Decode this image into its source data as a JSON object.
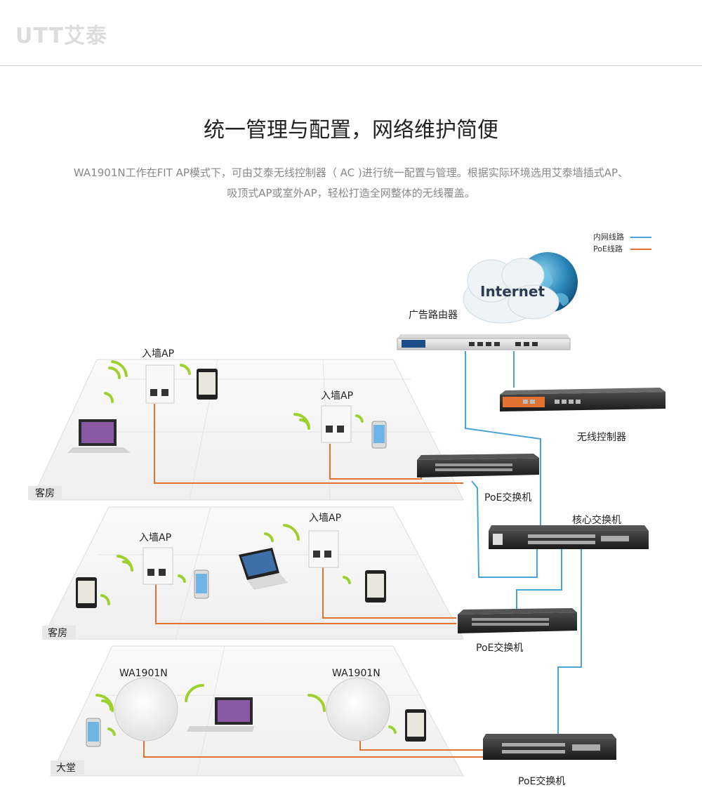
{
  "header": {
    "logo_text": "UTT艾泰"
  },
  "page_title": "统一管理与配置，网络维护简便",
  "description": {
    "line1": "WA1901N工作在FIT AP模式下，可由艾泰无线控制器（ AC )进行统一配置与管理。根据实际环境选用艾泰墙插式AP、",
    "line2": "吸顶式AP或室外AP，轻松打造全网整体的无线覆盖。"
  },
  "legend": {
    "lan_label": "内网线路",
    "poe_label": "PoE线路"
  },
  "colors": {
    "lan_line": "#4aa3d8",
    "poe_line": "#e2722f",
    "wifi": "#9cd12e"
  },
  "labels": {
    "internet": "Internet",
    "router": "广告路由器",
    "controller": "无线控制器",
    "core_switch": "核心交换机",
    "poe_switch_1": "PoE交换机",
    "poe_switch_2": "PoE交换机",
    "poe_switch_3": "PoE交换机",
    "ap_f1_a": "入墙AP",
    "ap_f1_b": "入墙AP",
    "ap_f2_a": "入墙AP",
    "ap_f2_b": "入墙AP",
    "ap_f3_a": "WA1901N",
    "ap_f3_b": "WA1901N",
    "room_1": "客房",
    "room_2": "客房",
    "room_3": "大堂"
  }
}
